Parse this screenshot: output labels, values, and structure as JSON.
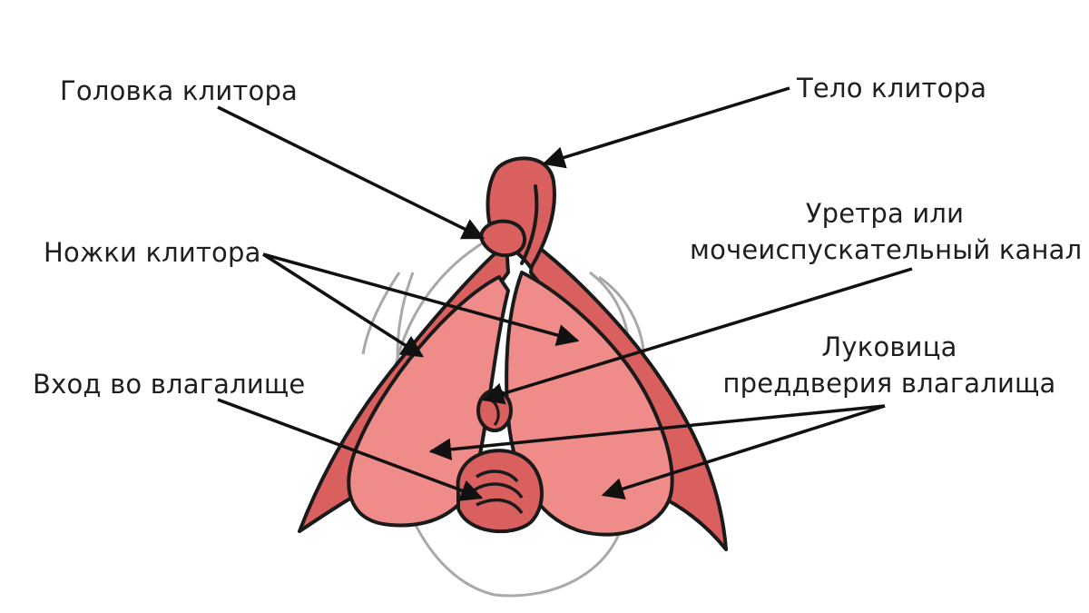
{
  "labels": {
    "glans": "Головка клитора",
    "body": "Тело клитора",
    "crura": "Ножки клитора",
    "urethra_line1": "Уретра или",
    "urethra_line2": "мочеиспускательный канал",
    "vaginal_opening": "Вход во влагалище",
    "bulb_line1": "Луковица",
    "bulb_line2": "преддверия влагалища"
  },
  "colors": {
    "tissue_dark": "#d9605f",
    "tissue_light": "#ef8b89",
    "outline": "#1a1a1a",
    "faint_outline": "#8c8c8c",
    "arrow": "#111111"
  }
}
